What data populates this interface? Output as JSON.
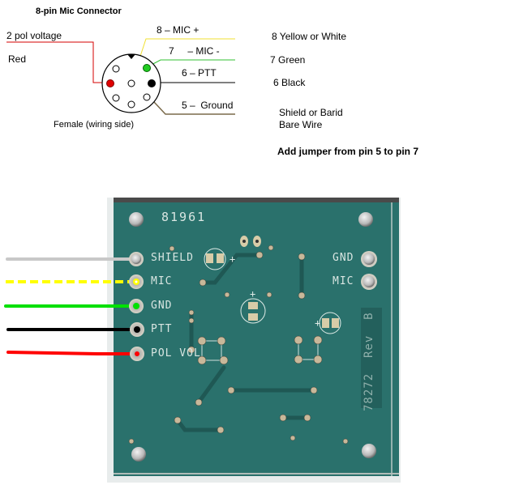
{
  "diagram": {
    "title": "8-pin Mic Connector",
    "connector_caption": "Female (wiring side)",
    "pins": [
      {
        "label": "2  pol voltage",
        "color_name": "Red",
        "color": "#e00000"
      },
      {
        "label": "8 – MIC +",
        "color": "#f5f040"
      },
      {
        "label": "7     – MIC -",
        "color": "#2ec42e"
      },
      {
        "label": "6 – PTT",
        "color": "#000000"
      },
      {
        "label": "5 –  Ground",
        "color": "#7a6a4a"
      }
    ],
    "wire_colors": [
      {
        "text": "8 Yellow or White"
      },
      {
        "text": "7 Green"
      },
      {
        "text": "6 Black"
      },
      {
        "text": "Shield or Barid"
      },
      {
        "text": "Bare Wire"
      }
    ],
    "instruction": "Add jumper from pin 5 to pin 7"
  },
  "board": {
    "part_number": "81961",
    "revision_text": "78272  Rev  B",
    "board_color": "#2a716c",
    "left_pads": [
      {
        "label": "SHIELD",
        "wire_color": "#c8c8c8",
        "wire_style": "solid"
      },
      {
        "label": "MIC",
        "wire_color": "#ffff00",
        "wire_style": "dashed"
      },
      {
        "label": "GND",
        "wire_color": "#00e000",
        "wire_style": "solid"
      },
      {
        "label": "PTT",
        "wire_color": "#000000",
        "wire_style": "solid"
      },
      {
        "label": "POL VOL",
        "wire_color": "#ff0000",
        "wire_style": "solid"
      }
    ],
    "right_pads": [
      {
        "label": "GND"
      },
      {
        "label": "MIC"
      }
    ],
    "polarity_mark": "+"
  }
}
